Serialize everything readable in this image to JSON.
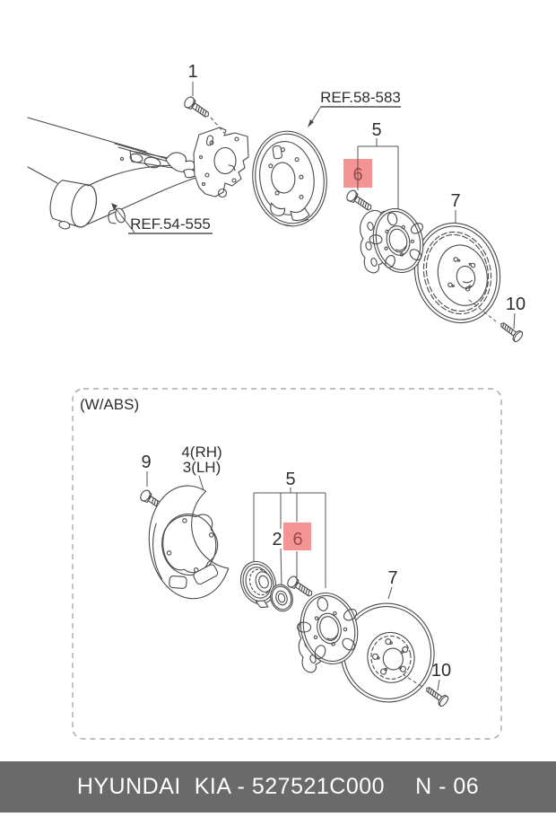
{
  "document": {
    "type": "vehicle-parts-diagram"
  },
  "colors": {
    "highlight_box": "#f59494",
    "highlight_number": "#9b4a4a",
    "drawing_line": "#4a4a4a",
    "label_text": "#2e2e2e",
    "dashed_border": "#999999",
    "footer_bg": "#6a6a6a",
    "footer_text": "#ffffff"
  },
  "top_section": {
    "callouts": {
      "c1": "1",
      "c5": "5",
      "c6": "6",
      "c7": "7",
      "c10": "10"
    },
    "highlighted_callout": "6",
    "references": {
      "backing_plate": "REF.58-583",
      "axle_beam": "REF.54-555"
    }
  },
  "bottom_section": {
    "variant_label": "(W/ABS)",
    "callouts": {
      "c9": "9",
      "c4": "4(RH)",
      "c3": "3(LH)",
      "c5": "5",
      "c2": "2",
      "c6": "6",
      "c7": "7",
      "c10": "10"
    },
    "highlighted_callout": "6"
  },
  "footer": {
    "catalog_code": "HYUNDAI  KIA - 527521C000",
    "page_ref": "N - 06"
  }
}
